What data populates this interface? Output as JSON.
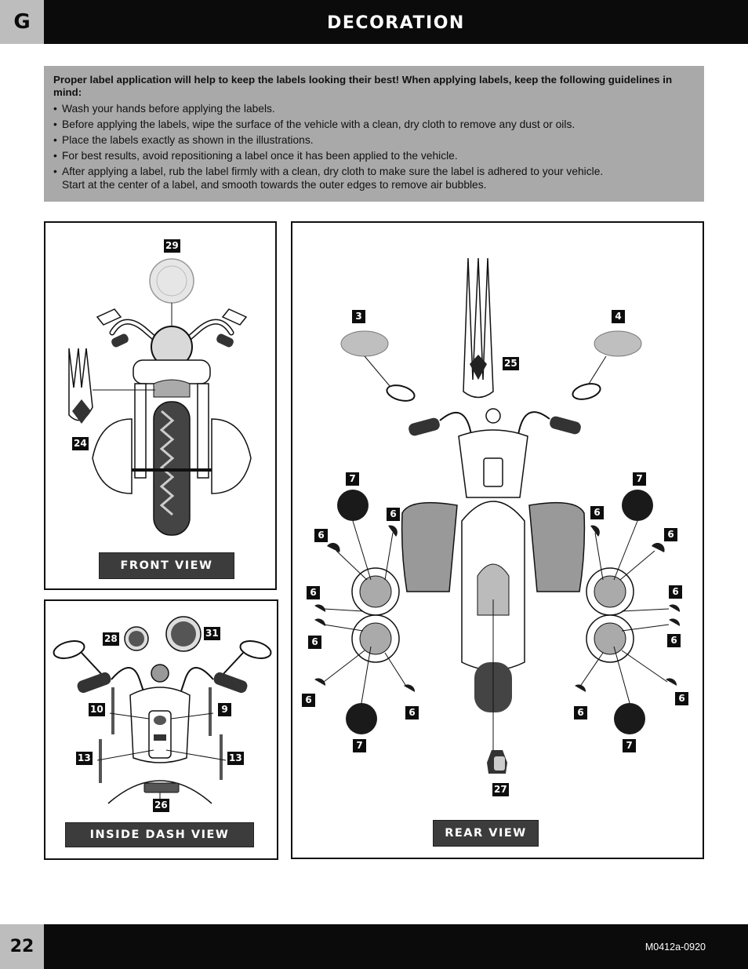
{
  "header": {
    "section_letter": "G",
    "title": "DECORATION"
  },
  "guidelines": {
    "intro": "Proper label application will help to keep the labels looking their best! When applying labels, keep the following guidelines in mind:",
    "items": [
      "Wash your hands before applying the labels.",
      "Before applying the labels, wipe the surface of the vehicle with a clean, dry cloth to remove any dust or oils.",
      "Place the labels exactly as shown in the illustrations.",
      "For best results, avoid repositioning a label once it has been applied to the vehicle.",
      "After applying a label, rub the label firmly with a clean, dry cloth to make sure the label is adhered to your vehicle.",
      "Start at the center of a label, and smooth towards the outer edges to remove air bubbles."
    ]
  },
  "front_view": {
    "label": "FRONT VIEW",
    "callouts": {
      "headlight": "29",
      "fender_decal": "24"
    }
  },
  "dash_view": {
    "label": "INSIDE DASH VIEW",
    "callouts": {
      "tachometer": "28",
      "speedometer": "31",
      "left_strip": "10",
      "right_strip": "9",
      "left_strip_lower": "13",
      "right_strip_lower": "13",
      "dash_plate": "26"
    }
  },
  "rear_view": {
    "label": "REAR VIEW",
    "callouts": {
      "left_mirror": "3",
      "right_mirror": "4",
      "windshield": "25",
      "tail_light": "27",
      "hubcap_center": "7",
      "hubcap_segment": "6"
    }
  },
  "footer": {
    "page_number": "22",
    "doc_code": "M0412a-0920"
  },
  "colors": {
    "header_bg": "#0b0b0b",
    "tab_gray": "#bdbdbd",
    "box_gray": "#a9a9a9",
    "label_bg": "#3c3c3c"
  }
}
